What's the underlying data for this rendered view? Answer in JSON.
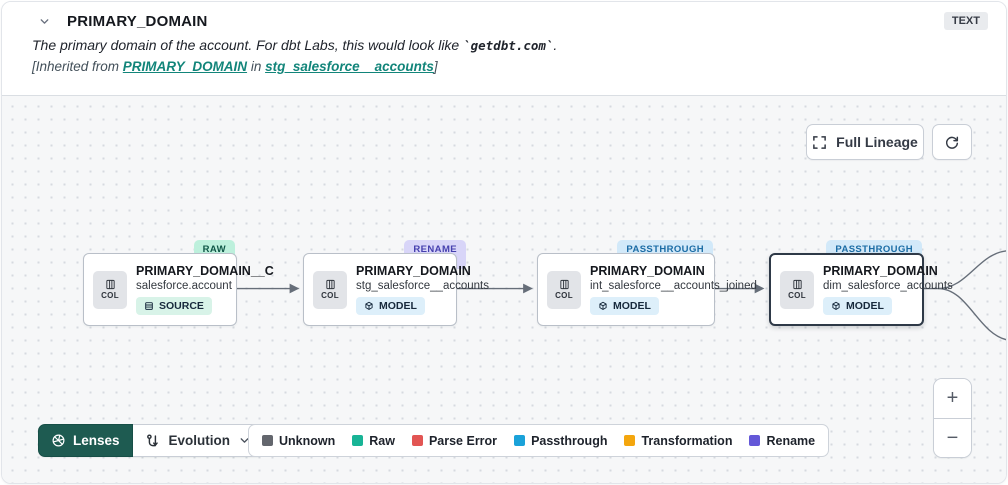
{
  "header": {
    "title": "PRIMARY_DOMAIN",
    "type_badge": "TEXT",
    "description_prefix": "The primary domain of the account. For dbt Labs, this would look like ",
    "description_code": "`getdbt.com`",
    "description_suffix": ".",
    "inherited_prefix": "[Inherited from ",
    "inherited_link_column": "PRIMARY_DOMAIN",
    "inherited_middle": " in ",
    "inherited_link_model": "stg_salesforce__accounts",
    "inherited_suffix": "]"
  },
  "canvas": {
    "controls": {
      "full_lineage_label": "Full Lineage"
    },
    "col_label": "COL",
    "nodes": [
      {
        "status": "RAW",
        "status_bg": "#bdf0dc",
        "status_fg": "#0f5646",
        "title": "PRIMARY_DOMAIN__C",
        "subtitle": "salesforce.account",
        "kind": "SOURCE",
        "kind_bg": "#d8f3e8",
        "selected": false
      },
      {
        "status": "RENAME",
        "status_bg": "#d8d5f8",
        "status_fg": "#453fae",
        "title": "PRIMARY_DOMAIN",
        "subtitle": "stg_salesforce__accounts",
        "kind": "MODEL",
        "kind_bg": "#ddeffa",
        "selected": false
      },
      {
        "status": "PASSTHROUGH",
        "status_bg": "#d2e9f9",
        "status_fg": "#1b6ca5",
        "title": "PRIMARY_DOMAIN",
        "subtitle": "int_salesforce__accounts_joined",
        "kind": "MODEL",
        "kind_bg": "#ddeffa",
        "selected": false
      },
      {
        "status": "PASSTHROUGH",
        "status_bg": "#d2e9f9",
        "status_fg": "#1b6ca5",
        "title": "PRIMARY_DOMAIN",
        "subtitle": "dim_salesforce_accounts",
        "kind": "MODEL",
        "kind_bg": "#ddeffa",
        "selected": true
      }
    ]
  },
  "toolbar": {
    "lenses_label": "Lenses",
    "lens_selected": "Evolution"
  },
  "legend": {
    "items": [
      {
        "label": "Unknown",
        "color": "#63666d"
      },
      {
        "label": "Raw",
        "color": "#18b496"
      },
      {
        "label": "Parse Error",
        "color": "#e25553"
      },
      {
        "label": "Passthrough",
        "color": "#1aa2d9"
      },
      {
        "label": "Transformation",
        "color": "#f4a60d"
      },
      {
        "label": "Rename",
        "color": "#6458d8"
      }
    ]
  },
  "zoom_controls": {
    "zoom_in": "+",
    "zoom_out": "−"
  },
  "colors": {
    "link_teal": "#12857a",
    "lenses_bg": "#1e5b51",
    "edge": "#666e79"
  },
  "icons": {
    "collapse_chevron": "⌄",
    "expand": "⛶",
    "refresh": "⟳",
    "column": "▥",
    "database": "▤",
    "model_cube": "⬡",
    "lenses_aperture": "✳",
    "evolution_route": "⤵",
    "dropdown_chevron": "⌄"
  }
}
